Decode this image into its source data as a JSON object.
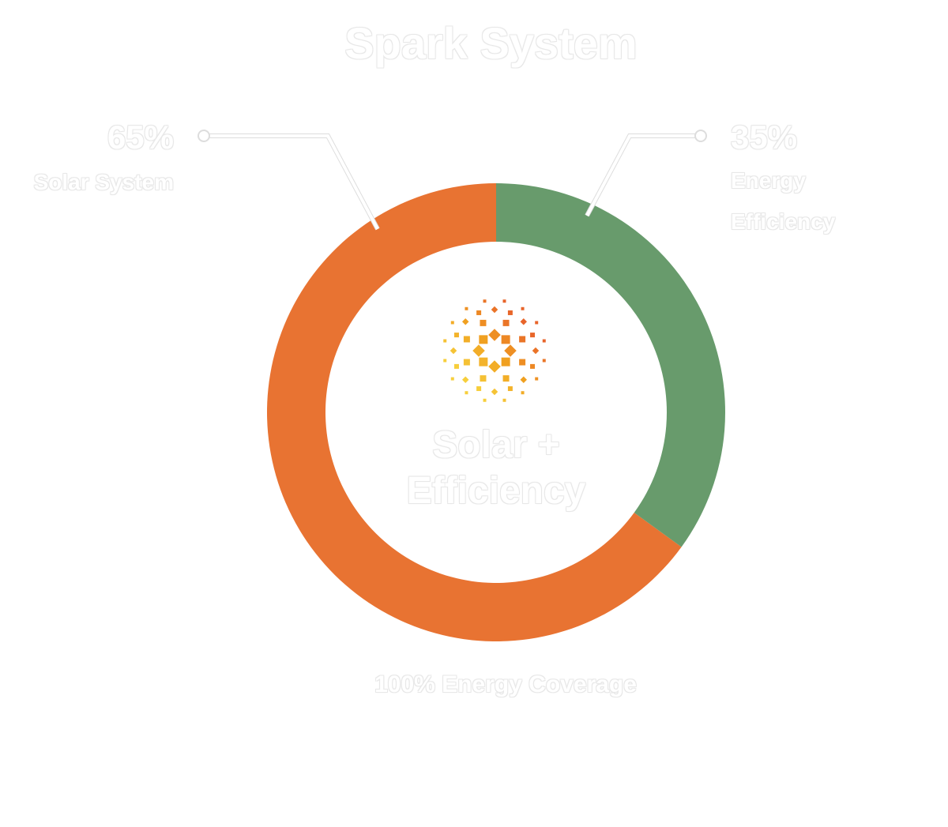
{
  "chart_data": {
    "type": "pie",
    "variant": "donut",
    "title": "Spark System",
    "center_label": "Solar + Efficiency",
    "footer_label": "100% Energy Coverage",
    "slices": [
      {
        "label": "Solar System",
        "value": 65,
        "value_label": "65%",
        "color": "#e87332"
      },
      {
        "label": "Energy Efficiency",
        "value": 35,
        "value_label": "35%",
        "color": "#689b6c"
      }
    ]
  },
  "icon": "sunburst-icon",
  "colors": {
    "sun_yellow": "#f7cf3c",
    "sun_orange": "#f0a020",
    "sun_red_orange": "#e8642a"
  }
}
